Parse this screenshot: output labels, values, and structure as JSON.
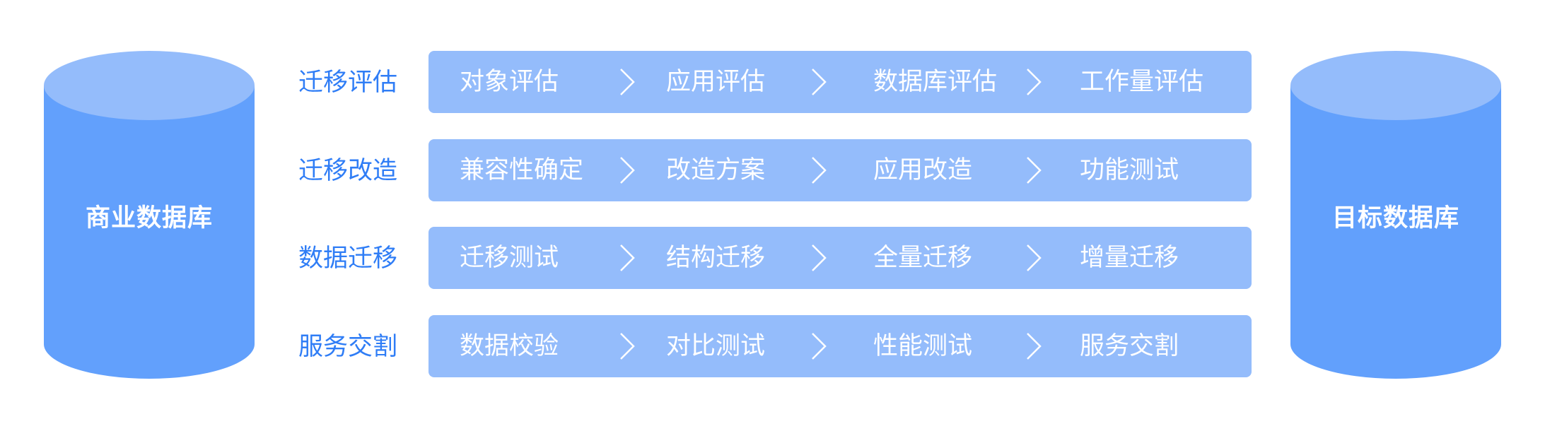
{
  "colors": {
    "phase_label": "#2f7df6",
    "bar": "#94bcfb",
    "cylinder_body": "#62a0fc",
    "cylinder_top": "#94bcfb",
    "text_on_fill": "#ffffff"
  },
  "source_db": {
    "label": "商业数据库"
  },
  "target_db": {
    "label": "目标数据库"
  },
  "phases": [
    {
      "label": "迁移评估",
      "steps": [
        "对象评估",
        "应用评估",
        "数据库评估",
        "工作量评估"
      ]
    },
    {
      "label": "迁移改造",
      "steps": [
        "兼容性确定",
        "改造方案",
        "应用改造",
        "功能测试"
      ]
    },
    {
      "label": "数据迁移",
      "steps": [
        "迁移测试",
        "结构迁移",
        "全量迁移",
        "增量迁移"
      ]
    },
    {
      "label": "服务交割",
      "steps": [
        "数据校验",
        "对比测试",
        "性能测试",
        "服务交割"
      ]
    }
  ],
  "icons": {
    "step_separator": "chevron-right-icon"
  }
}
